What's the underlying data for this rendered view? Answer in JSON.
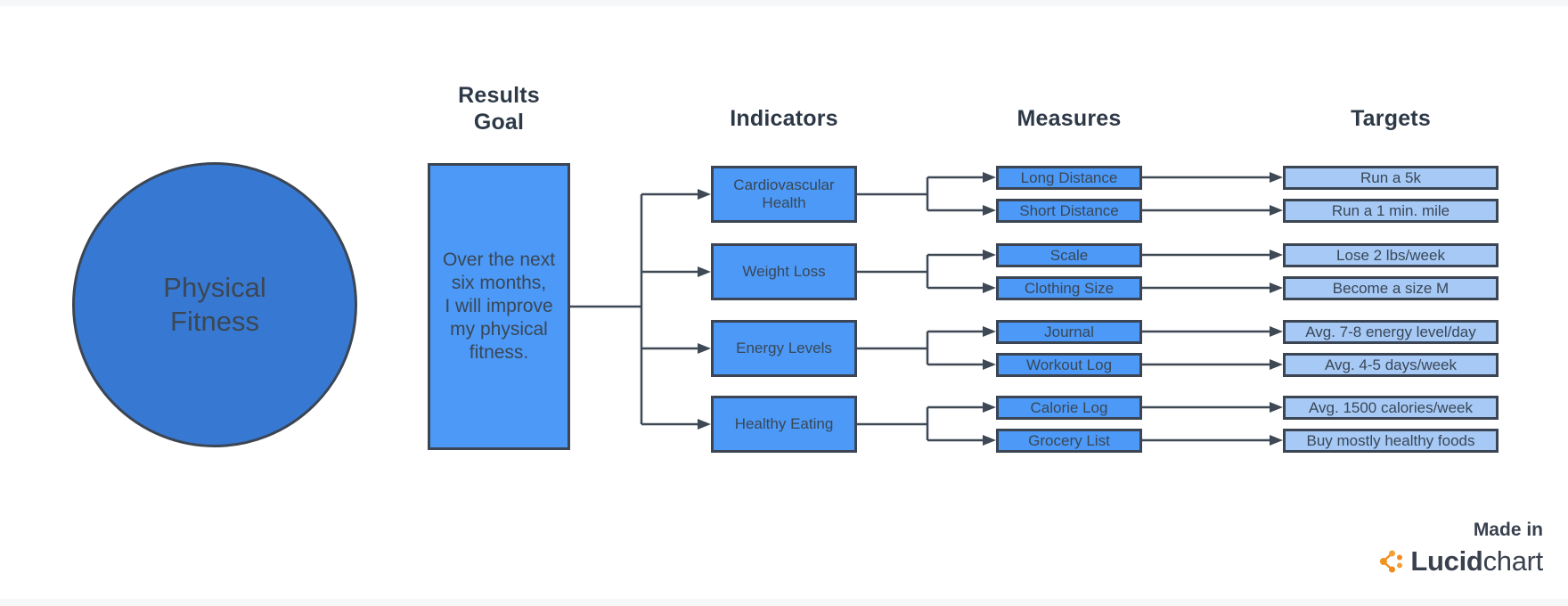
{
  "diagram": {
    "focus_circle": "Physical\nFitness",
    "goal": {
      "header": "Results\nGoal",
      "text": "Over the next\nsix months,\nI will improve\nmy physical\nfitness."
    },
    "indicators": {
      "header": "Indicators",
      "items": [
        "Cardiovascular\nHealth",
        "Weight Loss",
        "Energy Levels",
        "Healthy Eating"
      ]
    },
    "measures": {
      "header": "Measures",
      "items": [
        "Long Distance",
        "Short Distance",
        "Scale",
        "Clothing Size",
        "Journal",
        "Workout Log",
        "Calorie Log",
        "Grocery List"
      ]
    },
    "targets": {
      "header": "Targets",
      "items": [
        "Run a 5k",
        "Run a 1 min. mile",
        "Lose 2 lbs/week",
        "Become a size M",
        "Avg. 7-8 energy level/day",
        "Avg. 4-5 days/week",
        "Avg. 1500 calories/week",
        "Buy mostly healthy foods"
      ]
    }
  },
  "branding": {
    "made_in": "Made in",
    "logo_bold": "Lucid",
    "logo_regular": "chart"
  },
  "colors": {
    "circle_fill": "#3779D2",
    "node_fill": "#4C99F7",
    "target_fill": "#A7C9F6",
    "stroke": "#3B4553",
    "line": "#3F4955",
    "text": "#394756",
    "header_text": "#2E3947",
    "logo_orange": "#F0941F"
  }
}
